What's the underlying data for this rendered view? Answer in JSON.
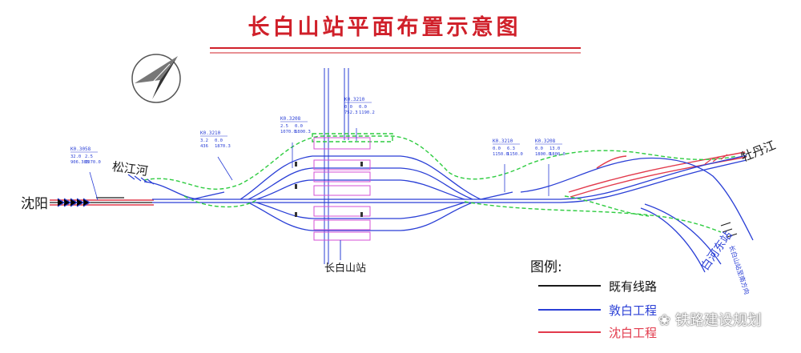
{
  "title": "长白山站平面布置示意图",
  "stations": {
    "shenyang": "沈阳",
    "songjianghe": "松江河",
    "mudanjiang": "牡丹江",
    "changbaishan": "长白山站",
    "baihedong": "白河东站",
    "changbaishan_line": "长白山站至南方向"
  },
  "mileage_boxes": [
    {
      "id": "m1",
      "head": "K0.3058",
      "rows": [
        "32.0",
        "2.5",
        "906.385",
        "1070.0"
      ]
    },
    {
      "id": "m2",
      "head": "K0.3210",
      "rows": [
        "3.2",
        "0.0",
        "436",
        "1870.3"
      ]
    },
    {
      "id": "m3",
      "head": "K0.3208",
      "rows": [
        "2.5",
        "0.0",
        "1070.0",
        "1800.3"
      ]
    },
    {
      "id": "m4",
      "head": "K0.3210",
      "rows": [
        "0.0",
        "0.0",
        "752.3",
        "1190.2"
      ]
    },
    {
      "id": "m5",
      "head": "K0.3210",
      "rows": [
        "0.0",
        "6.3",
        "1150.0",
        "1150.0"
      ]
    },
    {
      "id": "m6",
      "head": "K0.3208",
      "rows": [
        "0.0",
        "13.0",
        "1800.0",
        "1800.0"
      ]
    }
  ],
  "legend": {
    "title": "图例:",
    "items": [
      {
        "label": "既有线路",
        "color": "#1a1a1a"
      },
      {
        "label": "敦白工程",
        "color": "#2a3fd6"
      },
      {
        "label": "沈白工程",
        "color": "#e23a4c"
      }
    ]
  },
  "watermark": "铁路建设规划",
  "colors": {
    "title": "#d0202a",
    "existing": "#1a1a1a",
    "dunbai": "#2a3fd6",
    "shenbai": "#e23a4c",
    "green_dashed": "#2ecc40",
    "platform": "#d64fd6"
  }
}
